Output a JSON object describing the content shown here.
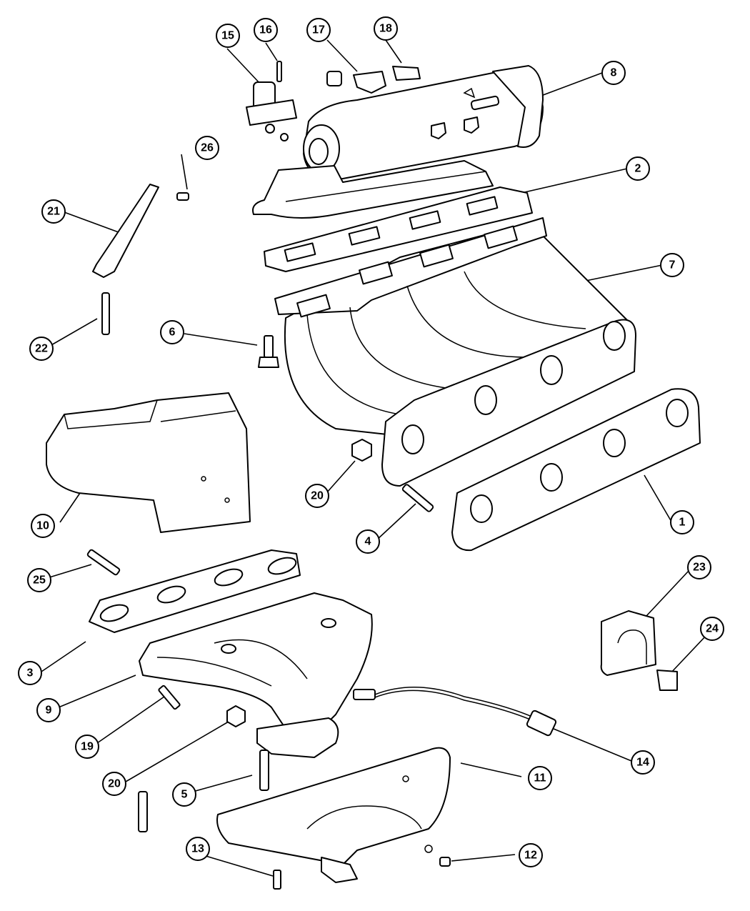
{
  "callouts": [
    {
      "id": "c1",
      "label": "1"
    },
    {
      "id": "c2",
      "label": "2"
    },
    {
      "id": "c3",
      "label": "3"
    },
    {
      "id": "c4",
      "label": "4"
    },
    {
      "id": "c5",
      "label": "5"
    },
    {
      "id": "c6",
      "label": "6"
    },
    {
      "id": "c7",
      "label": "7"
    },
    {
      "id": "c8",
      "label": "8"
    },
    {
      "id": "c9",
      "label": "9"
    },
    {
      "id": "c10",
      "label": "10"
    },
    {
      "id": "c11",
      "label": "11"
    },
    {
      "id": "c12",
      "label": "12"
    },
    {
      "id": "c13",
      "label": "13"
    },
    {
      "id": "c14",
      "label": "14"
    },
    {
      "id": "c15",
      "label": "15"
    },
    {
      "id": "c16",
      "label": "16"
    },
    {
      "id": "c17",
      "label": "17"
    },
    {
      "id": "c18",
      "label": "18"
    },
    {
      "id": "c19",
      "label": "19"
    },
    {
      "id": "c20a",
      "label": "20"
    },
    {
      "id": "c20b",
      "label": "20"
    },
    {
      "id": "c21",
      "label": "21"
    },
    {
      "id": "c22",
      "label": "22"
    },
    {
      "id": "c23",
      "label": "23"
    },
    {
      "id": "c24",
      "label": "24"
    },
    {
      "id": "c25",
      "label": "25"
    },
    {
      "id": "c26",
      "label": "26"
    }
  ]
}
